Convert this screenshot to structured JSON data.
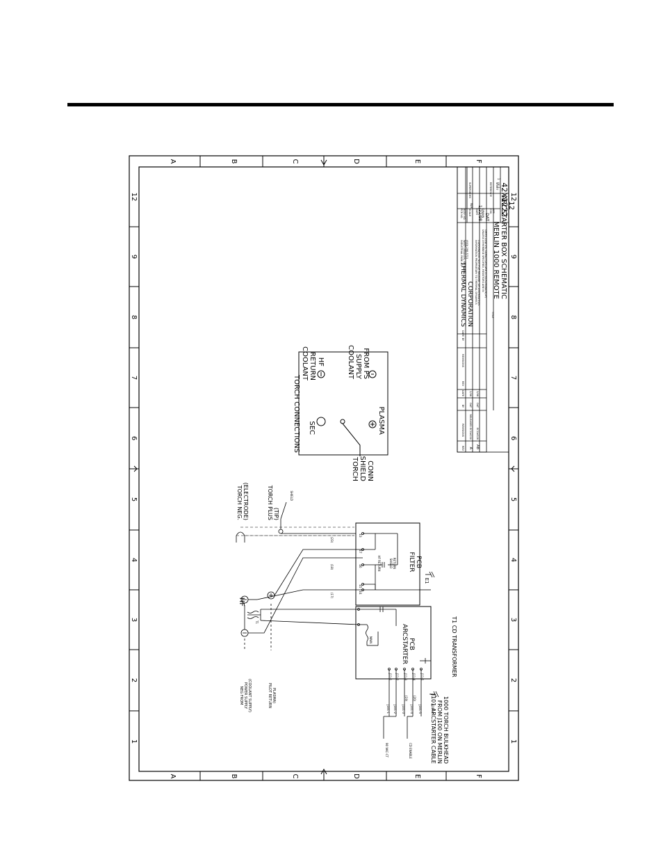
{
  "grid": {
    "columns": [
      "1",
      "2",
      "3",
      "4",
      "5",
      "6",
      "7",
      "8",
      "9",
      "12"
    ],
    "rows": [
      "A",
      "B",
      "C",
      "D",
      "E",
      "F"
    ]
  },
  "labels": {
    "neg_from_ps": [
      "NEG FROM",
      "POWER SUPPLY",
      "(COOLANT SUPPLY)"
    ],
    "pilot_return": [
      "PILOT RETURN",
      "PLASMA)"
    ],
    "torch_neg": [
      "TORCH NEG.",
      "(ELECTRODE)"
    ],
    "torch_plus": [
      "TORCH PLUS",
      "(TIP)"
    ],
    "shield": "SHIELD",
    "hf": "HF",
    "t1": "T1",
    "t1_desc": "T1   CD TRANSFORMER",
    "arcstarter_pcb": [
      "ARCSTARTER",
      "PCB"
    ],
    "filter_pcb": [
      "FILTER",
      "PCB"
    ],
    "shield_return": [
      "SHIELD",
      "RETURN"
    ],
    "hf_return": "HF RETURN",
    "main": "MAIN",
    "torch_connections": "TORCH CONNECTIONS",
    "sec": "SEC",
    "coolant_return": [
      "COOLANT",
      "RETURN"
    ],
    "coolant_supply": [
      "COOLANT",
      "SUPPLY",
      "FROM PS"
    ],
    "plasma": "PLASMA",
    "hf_port": "HF",
    "torch_shield_conn": [
      "TORCH",
      "SHIELD",
      "CONN"
    ],
    "j101_note": [
      "J101   ARCSTARTER CABLE",
      "FROM  J100 ON MERLIN",
      "1000 TORCH BULKHEAD"
    ],
    "vac_label": "90 VAC-CT",
    "cd_enable": "CD ENABLE",
    "j101_pins": [
      "J101-1",
      "J101-2",
      "J101-3",
      "J101-4",
      "J101-5",
      "J101-6"
    ],
    "j11_pins": [
      "J11-1",
      "J11-2",
      "J11-3",
      "J11-4",
      "J11-5"
    ],
    "e_pins": [
      "E4",
      "E5",
      "E6",
      "E7",
      "E3"
    ],
    "e1": "E1",
    "wire_nums": [
      "(17)",
      "(18)",
      "(23)",
      "(19)",
      "(20)"
    ]
  },
  "title_block": {
    "company": "THERMAL DYNAMICS",
    "company2": "CORPORATION",
    "address": [
      "INDUSTRIAL PARK #2",
      "WEST LEBANON, NH 03784",
      "(603) 298-5711"
    ],
    "notice": [
      "INFORMATION PROPRIETARY TO THERMAL DYNAMICS",
      "CORPORATION. NOT FOR RELEASE, OR DISTRIBUTION."
    ],
    "tolerance_note": [
      "UNLESS OTHERWISE SPECIFIED, RESISTORS ARE IN",
      "OHMS 1/4W 5%, CAPACITORS ARE IN MICROFARADS(uF)"
    ],
    "title_prefix": "TITLE",
    "title_line1": "MERLIN 1000 REMOTE",
    "title_line2": "ARCSTARTER BOX SCHEMATIC",
    "dwg_no": "42X1222",
    "sheet_col": "12",
    "fields": [
      "PCB NO.",
      "ASSY NO.",
      "SCALE",
      "N/A",
      "DATE",
      "1/22/98",
      "DRAWN",
      "DAT",
      "REFERENCE",
      "SUPERSEDES",
      "CHK",
      "APP",
      "SHEET",
      "1",
      "OF",
      "1"
    ],
    "revisions_header": [
      "REV",
      "REVISIONS",
      "BY",
      "DATE"
    ],
    "revision_rows": [
      [
        "A",
        "RELEASED ECO#230",
        "DAT",
        "2/98"
      ],
      [
        "AB",
        "ECO#328",
        "DAT",
        "3/98"
      ]
    ]
  }
}
